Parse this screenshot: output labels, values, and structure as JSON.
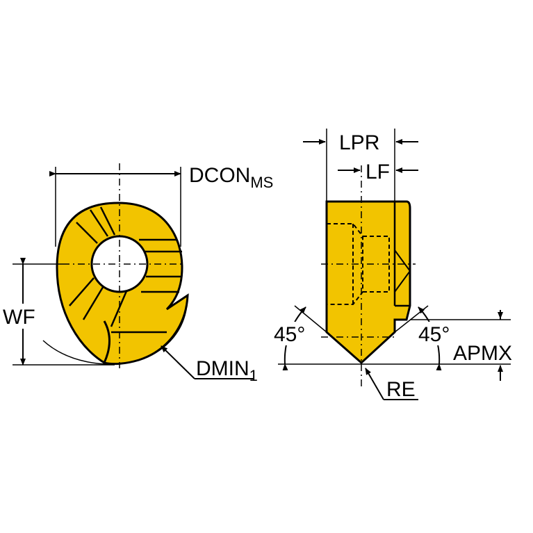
{
  "colors": {
    "insert_fill": "#f2c400",
    "outline": "#000000",
    "background": "#ffffff"
  },
  "labels": {
    "dcon": "DCON",
    "dcon_sub": "MS",
    "wf": "WF",
    "dmin": "DMIN",
    "dmin_sub": "1",
    "lpr": "LPR",
    "lf": "LF",
    "angle_left": "45°",
    "angle_right": "45°",
    "apmx": "APMX",
    "re": "RE"
  }
}
